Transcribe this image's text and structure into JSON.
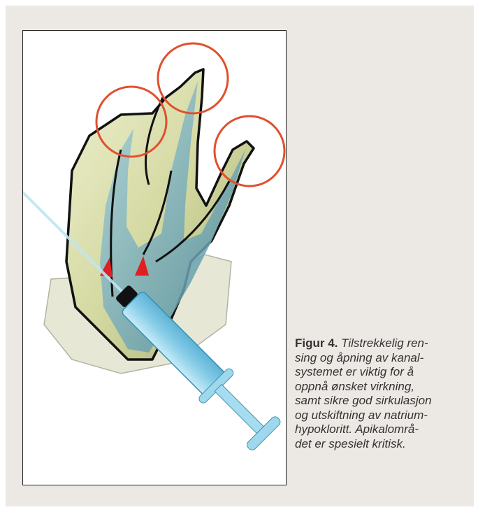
{
  "figure": {
    "label": "Figur 4.",
    "caption_lines": [
      " Tilstrekkelig ren-",
      "sing og åpning av kanal-",
      "systemet er viktig for å",
      "oppnå ønsket virkning,",
      "samt sikre god sirkulasjon",
      "og utskiftning av natrium-",
      "hypokloritt. Apikalområ-",
      "det er spesielt kritisk."
    ]
  },
  "colors": {
    "background": "#ece8e4",
    "circle": "#e0502f",
    "tooth": "#d9ddb0",
    "canal": "#7fb3c3",
    "syringe": "#8fd0ea",
    "arrow": "#e02020"
  }
}
